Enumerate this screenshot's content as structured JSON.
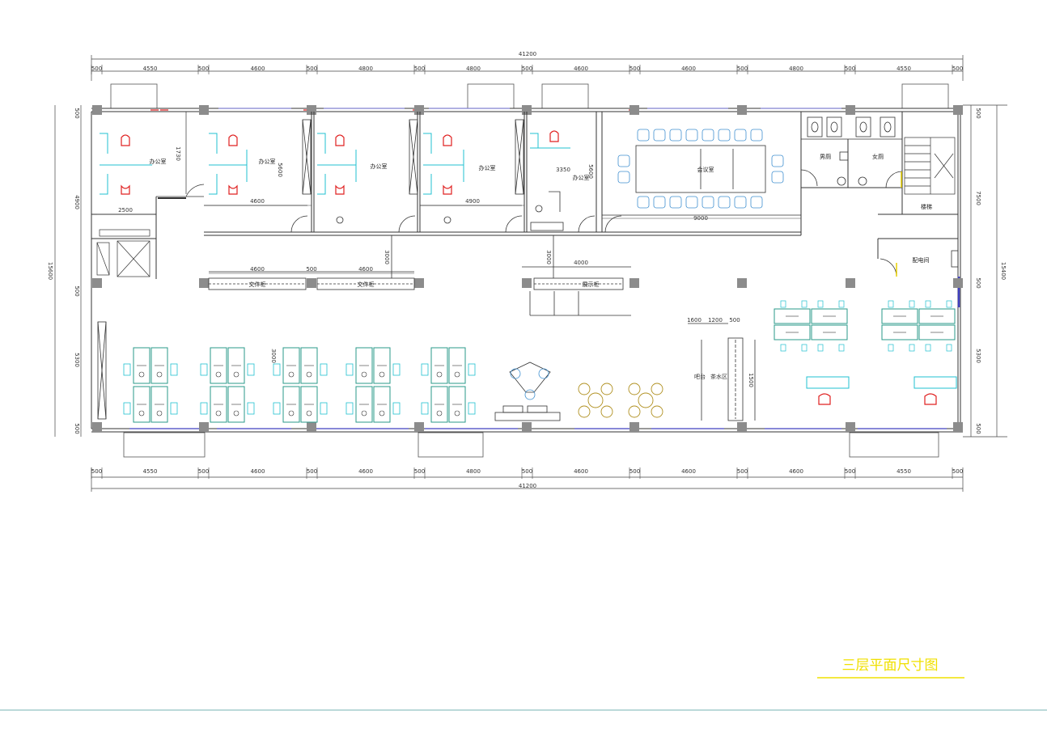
{
  "drawing": {
    "title": "三层平面尺寸图",
    "overall_width": "41200",
    "overall_depth": "15600",
    "right_depth": "15400",
    "top_dims": [
      "500",
      "4550",
      "500",
      "4600",
      "500",
      "4800",
      "500",
      "4800",
      "500",
      "4600",
      "500",
      "4600",
      "500",
      "4800",
      "500",
      "4550",
      "500"
    ],
    "bottom_dims": [
      "500",
      "4550",
      "500",
      "4600",
      "500",
      "4600",
      "500",
      "4800",
      "500",
      "4600",
      "500",
      "4600",
      "500",
      "4600",
      "500",
      "4550",
      "500"
    ],
    "left_dims": [
      "500",
      "4900",
      "500",
      "5300",
      "500"
    ],
    "right_dims": [
      "500",
      "7500",
      "500",
      "5300",
      "500"
    ],
    "rooms": {
      "office_1": "办公室",
      "office_2": "办公室",
      "office_3": "办公室",
      "office_4": "办公室",
      "office_5": "办公室",
      "meeting": "会议室",
      "toilet_male": "男厕",
      "toilet_female": "女厕",
      "power_room": "配电间",
      "stair": "楼梯"
    },
    "features": {
      "cabinet_1": "文件柜",
      "cabinet_2": "文件柜",
      "cabinet_3": "展示柜",
      "bar": "吧台",
      "water_zone": "茶水区"
    },
    "inner_dims": {
      "d2500": "2500",
      "d1730": "1730",
      "d4600a": "4600",
      "d5600": "5600",
      "d4900": "4900",
      "d3350": "3350",
      "d9000": "9000",
      "d5600b": "5600",
      "d3000a": "3000",
      "d3000b": "3000",
      "d3000c": "3000",
      "d4600b": "4600",
      "d500": "500",
      "d4600c": "4600",
      "d1600": "1600",
      "d1200": "1200",
      "d500b": "500",
      "d4000": "4000",
      "d1500": "1500"
    }
  },
  "colors": {
    "wall": "#333333",
    "column": "#8c8c8c",
    "chair_red": "#e02020",
    "furniture_cyan": "#20c0d0",
    "desk_teal": "#2a9a8a",
    "window_blue": "#4040c0",
    "door_yellow": "#e8d000",
    "title_yellow": "#f0e000"
  }
}
